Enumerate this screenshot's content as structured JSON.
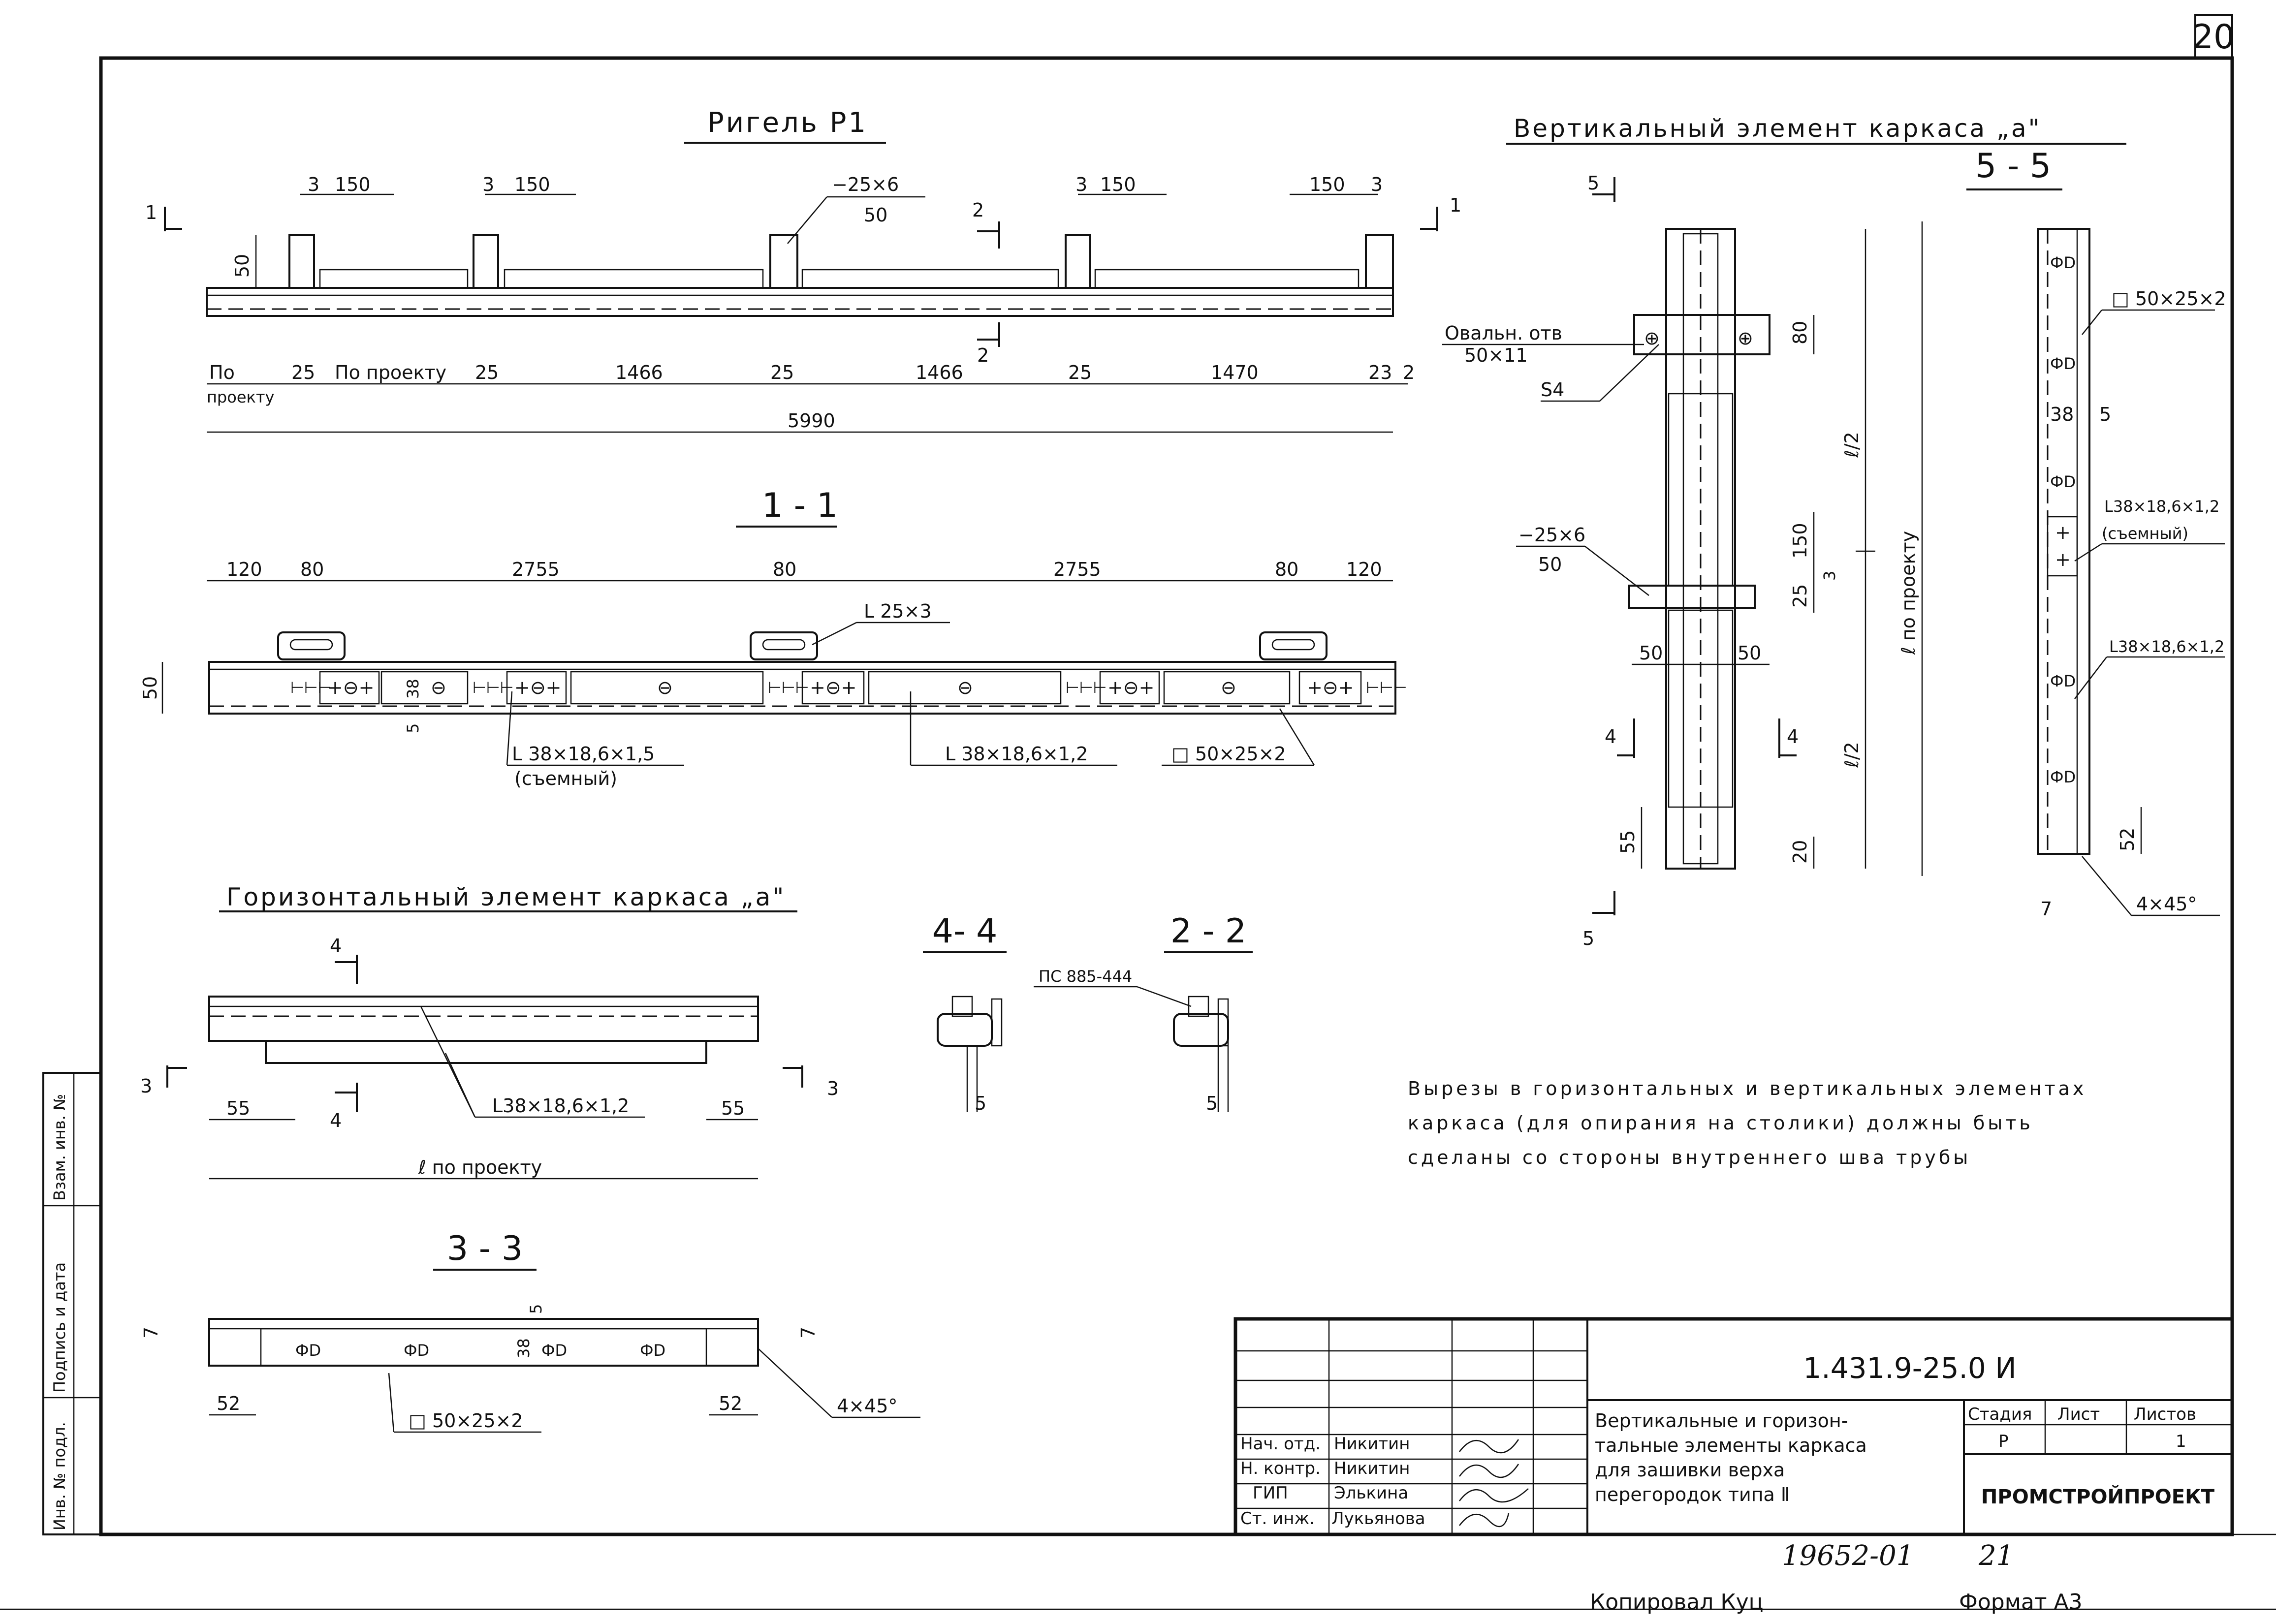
{
  "sheet": {
    "sheet_number": "20",
    "copied_by": "Копировал  Куц",
    "format": "Формат А3",
    "archive_number": "19652-01",
    "archive_sheet": "21"
  },
  "riegel": {
    "title": "Ригель Р1",
    "section_marks": [
      "1",
      "1",
      "2",
      "2"
    ],
    "top_dims": [
      "3",
      "150",
      "3",
      "150",
      "3",
      "150",
      "150",
      "3"
    ],
    "plate_label_top": "−25×6",
    "plate_label_bottom": "50",
    "height_dim": "50",
    "bottom_dims": [
      "По",
      "25",
      "По проекту",
      "25",
      "1466",
      "25",
      "1466",
      "25",
      "1470",
      "23",
      "2"
    ],
    "bottom_dim_sub": "проекту",
    "overall": "5990"
  },
  "section_1_1": {
    "title": "1 - 1",
    "top_dims": [
      "120",
      "80",
      "2755",
      "80",
      "2755",
      "80",
      "120"
    ],
    "angle_label": "L 25×3",
    "height_dim": "50",
    "small_dims": [
      "38",
      "5"
    ],
    "labels": [
      "L 38×18,6×1,5",
      "(съемный)",
      "L 38×18,6×1,2",
      "□ 50×25×2"
    ]
  },
  "vertical": {
    "title": "Вертикальный элемент каркаса „а\"",
    "section_title": "5 - 5",
    "section_marks": [
      "5",
      "5",
      "4",
      "4"
    ],
    "slot_label": "Овальн. отв",
    "slot_size": "50×11",
    "weld_label": "S4",
    "plate_top": "−25×6",
    "plate_bottom": "50",
    "dims": [
      "80",
      "150",
      "3",
      "25",
      "50",
      "50",
      "55",
      "20"
    ],
    "half_labels": [
      "ℓ/2",
      "ℓ/2"
    ],
    "length_label": "ℓ по проекту",
    "sec_labels": [
      "□ 50×25×2",
      "38",
      "5",
      "L38×18,6×1,2",
      "(съемный)",
      "L38×18,6×1,2",
      "52",
      "7",
      "4×45°"
    ]
  },
  "horizontal": {
    "title": "Горизонтальный элемент каркаса „а\"",
    "section_marks": [
      "4",
      "4",
      "3",
      "3"
    ],
    "dims": [
      "55",
      "55"
    ],
    "angle_label": "L38×18,6×1,2",
    "length_label": "ℓ по проекту",
    "section_title": "3 - 3",
    "sec_dims": [
      "5",
      "38",
      "7",
      "7",
      "52",
      "52"
    ],
    "sec_labels": [
      "□ 50×25×2",
      "4×45°"
    ]
  },
  "small_sections": {
    "s44_title": "4- 4",
    "s22_title": "2 - 2",
    "ps_label": "ПС 885-444",
    "dims": [
      "5",
      "5"
    ]
  },
  "note": {
    "lines": [
      "Вырезы в горизонтальных и вертикальных элементах",
      "каркаса (для опирания на столики) должны быть",
      "сделаны со стороны внутреннего шва трубы"
    ]
  },
  "side_stamp": [
    "Инв. № подл.",
    "Подпись и дата",
    "Взам. инв. №"
  ],
  "title_block": {
    "doc_code": "1.431.9-25.0 И",
    "description": [
      "Вертикальные и горизон-",
      "тальные элементы каркаса",
      "для зашивки верха",
      "перегородок типа Ⅱ"
    ],
    "stage_header": "Стадия",
    "sheet_header": "Лист",
    "sheets_header": "Листов",
    "stage": "Р",
    "sheet_no": "",
    "sheets": "1",
    "org": "ПРОМСТРОЙПРОЕКТ",
    "roles": [
      {
        "role": "Нач. отд.",
        "name": "Никитин"
      },
      {
        "role": "Н. контр.",
        "name": "Никитин"
      },
      {
        "role": "ГИП",
        "name": "Элькина"
      },
      {
        "role": "Ст. инж.",
        "name": "Лукьянова"
      }
    ]
  }
}
